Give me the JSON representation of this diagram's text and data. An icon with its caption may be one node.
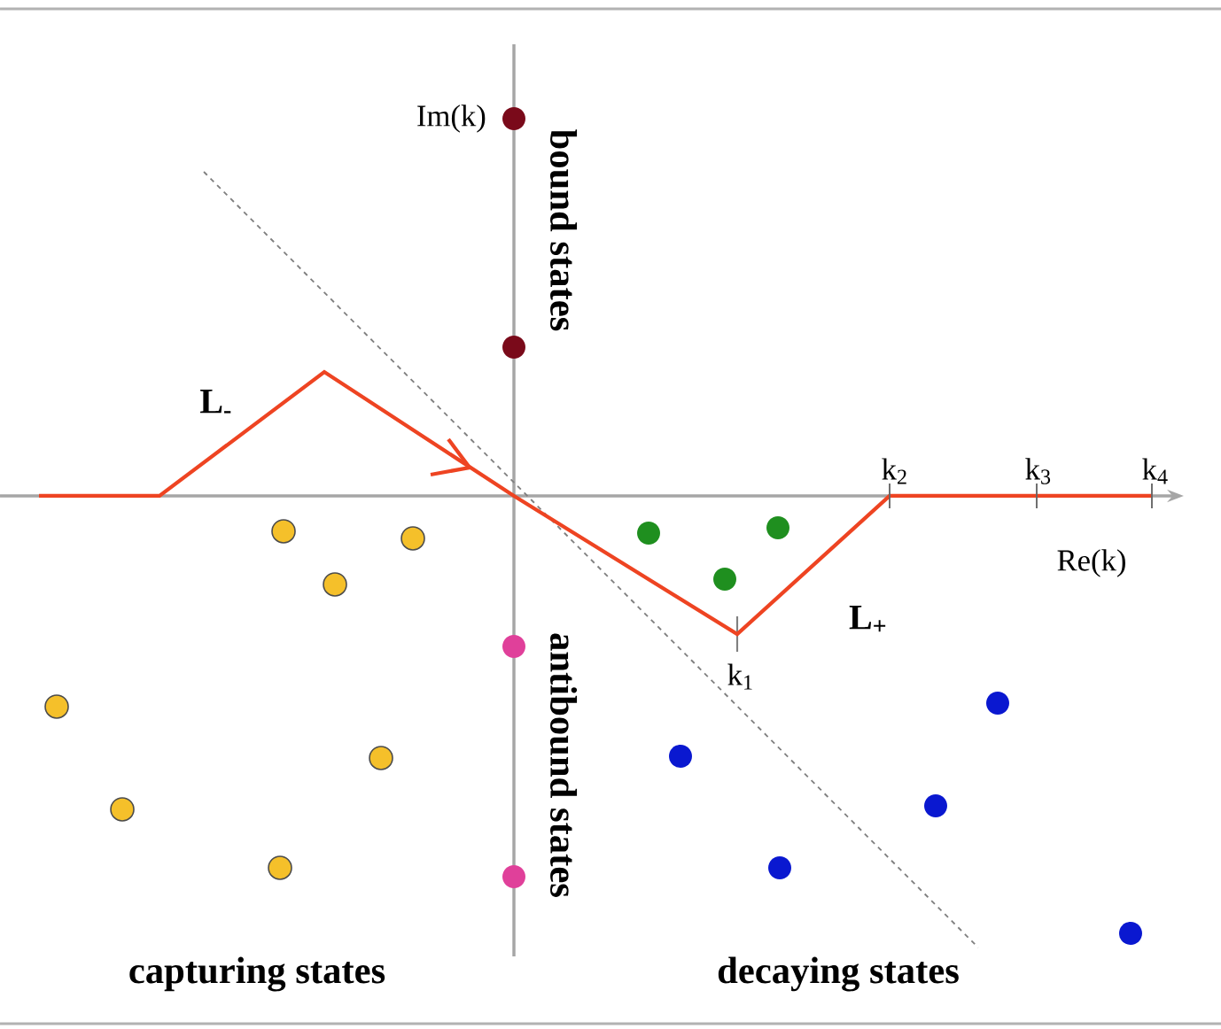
{
  "diagram": {
    "labels": [
      "Im(k)",
      "bound states",
      "L$_{-}$",
      "k$_{2}$",
      "k$_{3}$",
      "k$_{4}$",
      "Re(k)",
      "antibound states",
      "L$_{+}$",
      "k$_{1}$",
      "capturing states",
      "decaying states"
    ]
  }
}
